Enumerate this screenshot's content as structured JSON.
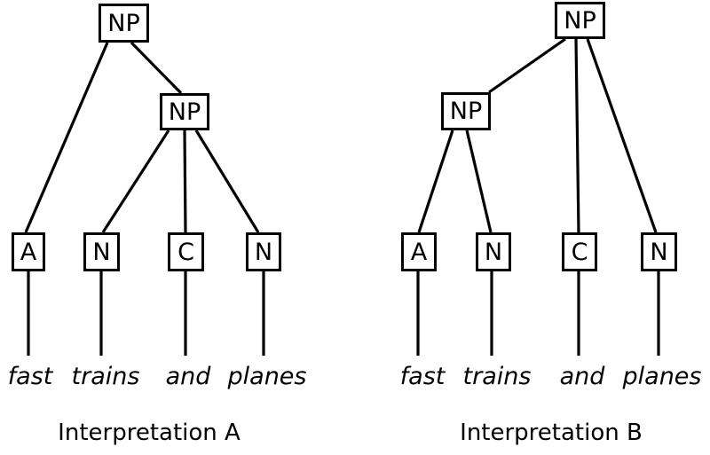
{
  "figure": {
    "background": "#ffffff",
    "ink": "#000000",
    "phrase": "fast trains and planes"
  },
  "trees": [
    {
      "id": "A",
      "caption": "Interpretation A",
      "root_label": "NP",
      "inner_label": "NP",
      "leaves": [
        "A",
        "N",
        "C",
        "N"
      ],
      "words": [
        "fast",
        "trains",
        "and",
        "planes"
      ]
    },
    {
      "id": "B",
      "caption": "Interpretation B",
      "root_label": "NP",
      "inner_label": "NP",
      "leaves": [
        "A",
        "N",
        "C",
        "N"
      ],
      "words": [
        "fast",
        "trains",
        "and",
        "planes"
      ]
    }
  ]
}
